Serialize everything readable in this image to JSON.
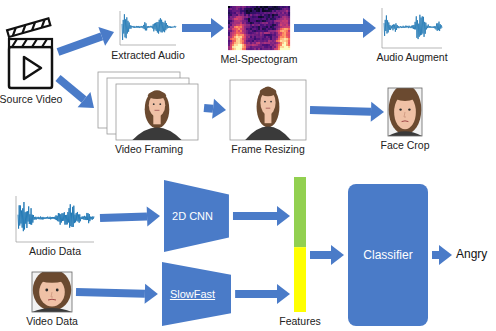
{
  "diagram": {
    "nodes": [
      {
        "text": [
          "Source Video"
        ]
      },
      {
        "text": [
          "Extracted Audio"
        ]
      },
      {
        "text": [
          "Mel-Spectogram"
        ]
      },
      {
        "text": [
          "Audio Augment"
        ]
      },
      {
        "text": [
          "Video Framing"
        ]
      },
      {
        "text": [
          "Frame Resizing"
        ]
      },
      {
        "text": [
          "Face Crop"
        ]
      },
      {
        "text": [
          "Audio Data"
        ]
      },
      {
        "text": [
          "2D CNN"
        ]
      },
      {
        "text": [
          "Features"
        ]
      },
      {
        "text": [
          "Classifier"
        ]
      },
      {
        "text": [
          "Angry"
        ]
      },
      {
        "text": [
          "Video Data"
        ]
      },
      {
        "text": [
          "SlowFast"
        ]
      }
    ],
    "edges": [
      {
        "from": 0,
        "to": 1,
        "arrow": "to"
      },
      {
        "from": 1,
        "to": 2,
        "arrow": "to"
      },
      {
        "from": 2,
        "to": 3,
        "arrow": "to"
      },
      {
        "from": 0,
        "to": 4,
        "arrow": "to"
      },
      {
        "from": 4,
        "to": 5,
        "arrow": "to"
      },
      {
        "from": 5,
        "to": 6,
        "arrow": "to"
      },
      {
        "from": 7,
        "to": 8,
        "arrow": "to"
      },
      {
        "from": 8,
        "to": 9,
        "arrow": "to"
      },
      {
        "from": 9,
        "to": 10,
        "arrow": "to"
      },
      {
        "from": 10,
        "to": 11,
        "arrow": "to"
      },
      {
        "from": 12,
        "to": 13,
        "arrow": "to"
      },
      {
        "from": 13,
        "to": 9,
        "arrow": "to"
      }
    ]
  }
}
